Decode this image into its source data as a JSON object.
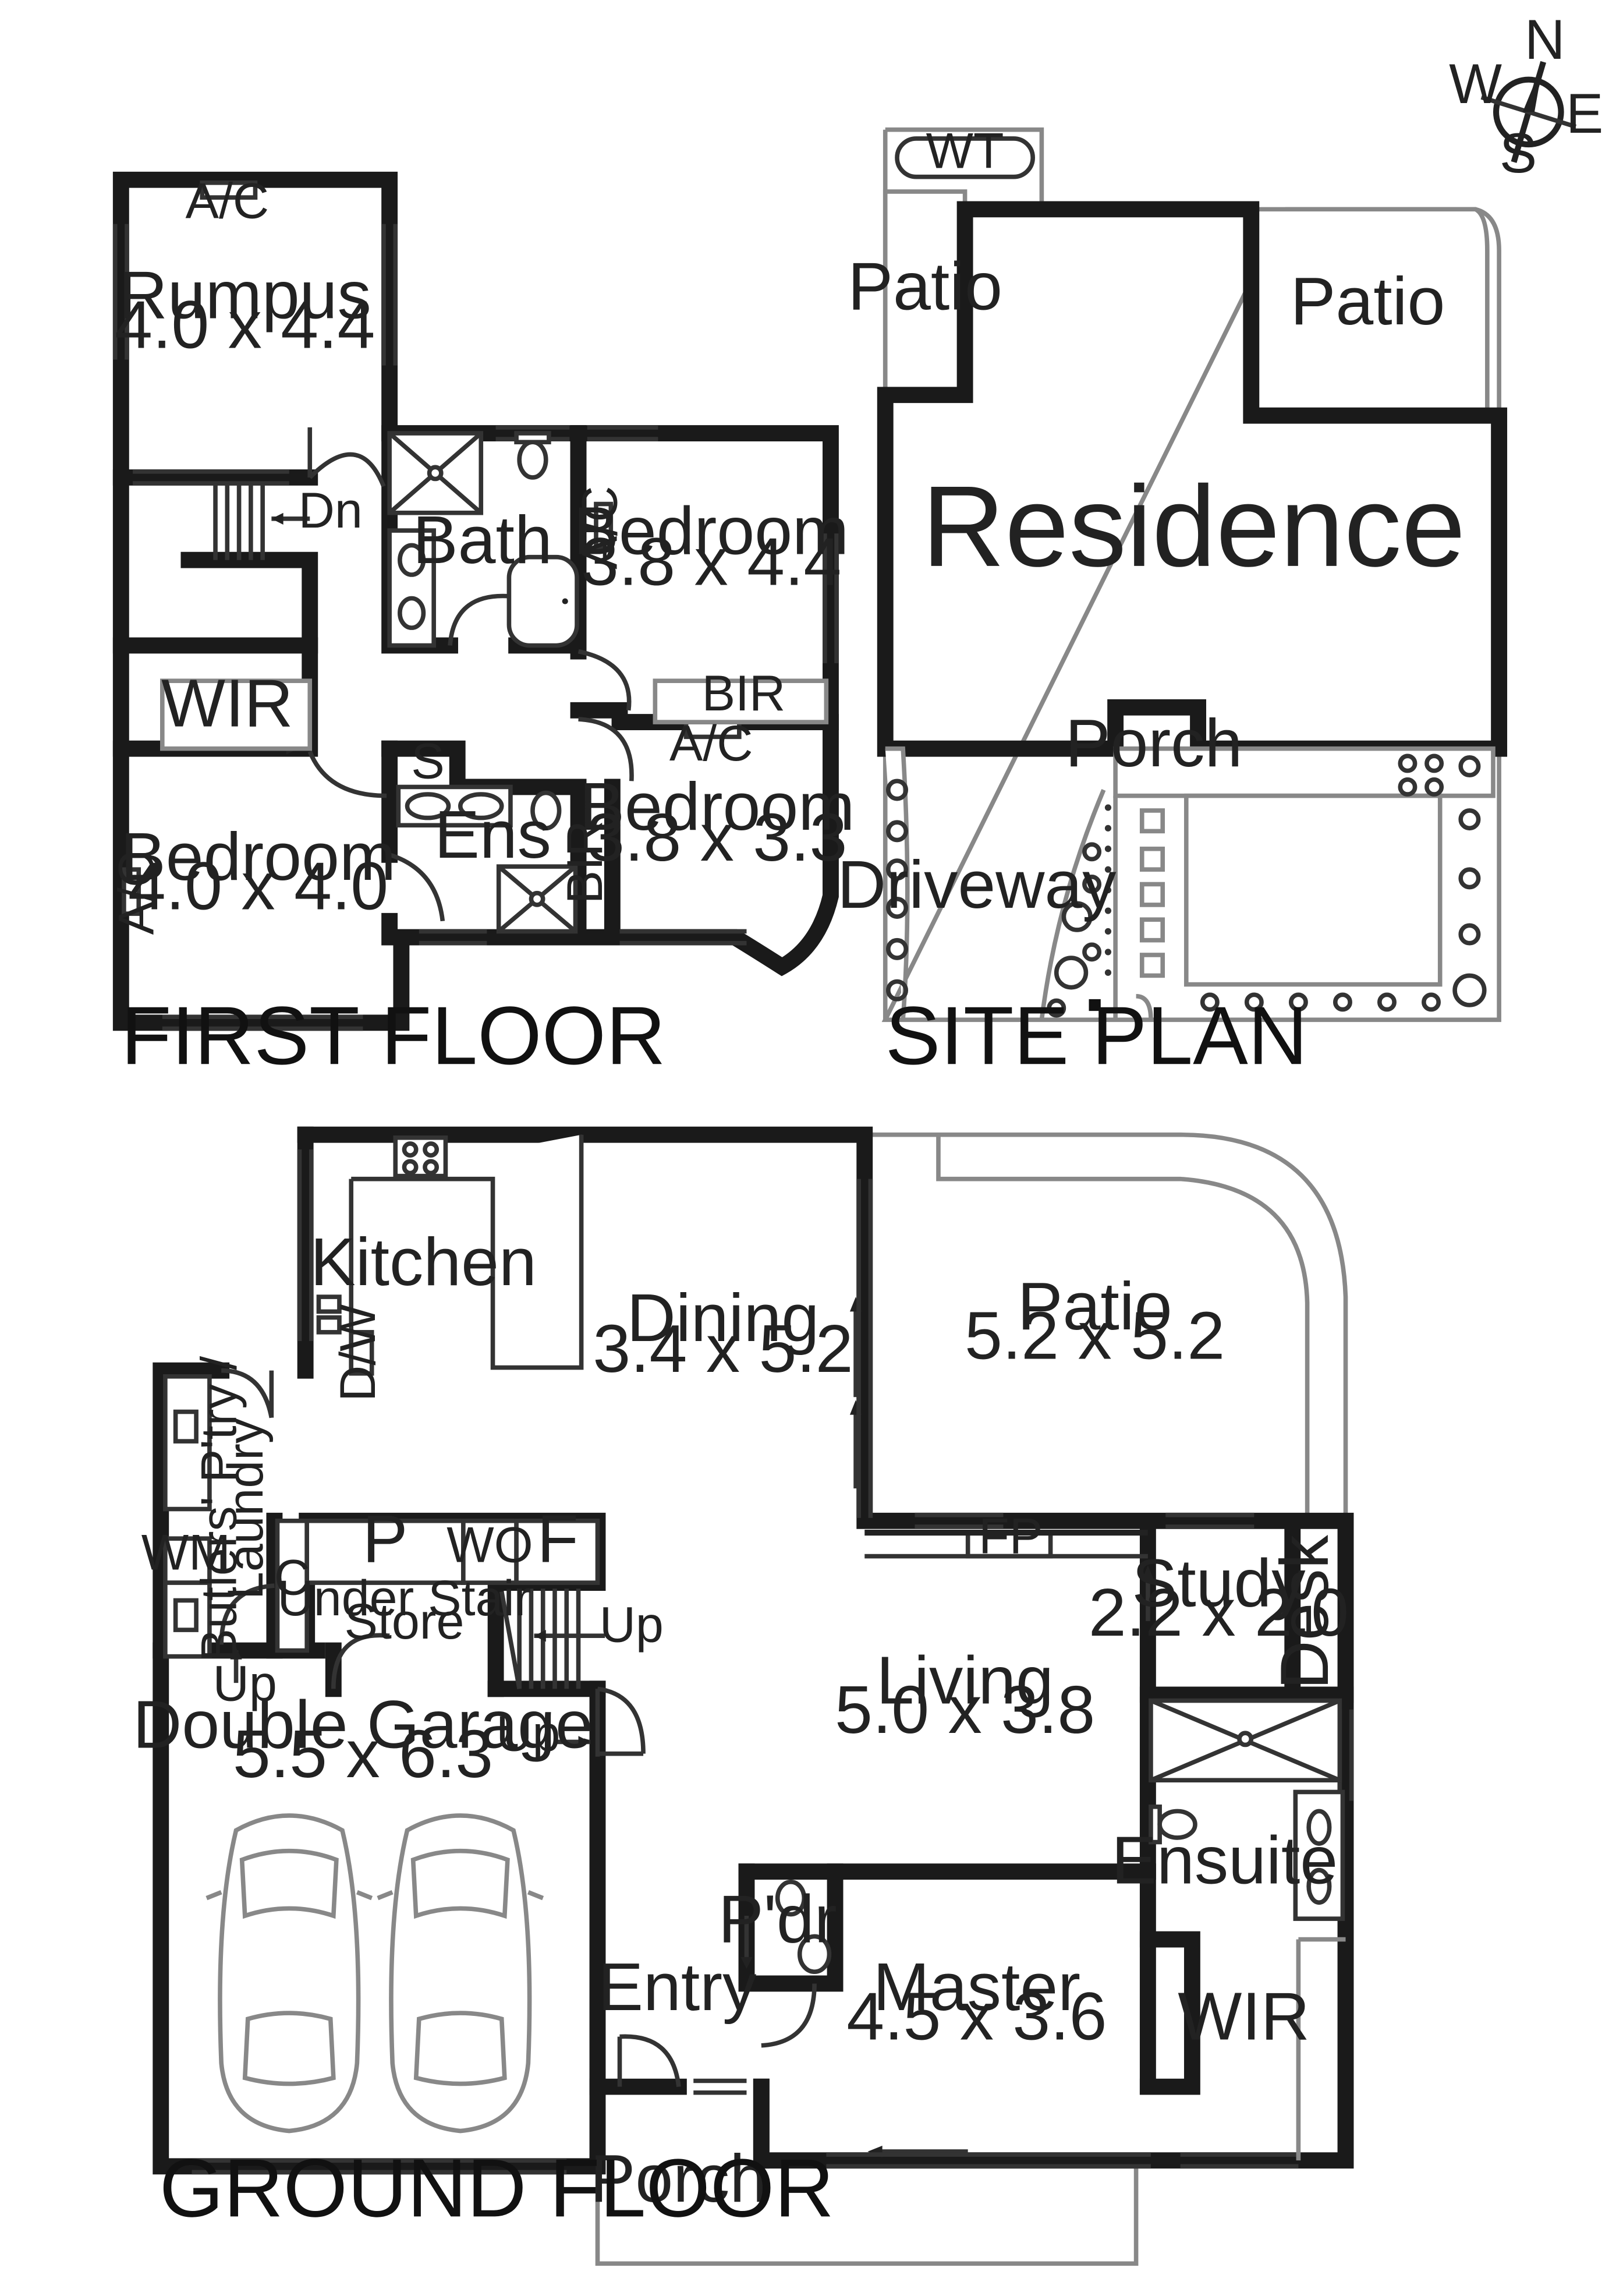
{
  "compass": {
    "n": "N",
    "e": "E",
    "s": "S",
    "w": "W"
  },
  "first_floor": {
    "title": "FIRST FLOOR",
    "rumpus": {
      "name": "Rumpus",
      "size": "4.0 x 4.4"
    },
    "ac": "A/C",
    "dn": "Dn",
    "bath": "Bath",
    "bedroom_ne": {
      "name": "Bedroom",
      "size": "3.8 x 4.4"
    },
    "bir": "BIR",
    "wir": "WIR",
    "s": "S",
    "ens": "Ens",
    "bedroom_se": {
      "name": "Bedroom",
      "size": "3.8 x 3.3"
    },
    "bedroom_sw": {
      "name": "Bedroom",
      "size": "4.0 x 4.0"
    }
  },
  "site_plan": {
    "title": "SITE PLAN",
    "wt": "WT",
    "patio_left": "Patio",
    "patio_right": "Patio",
    "residence": "Residence",
    "porch": "Porch",
    "driveway": "Driveway"
  },
  "ground_floor": {
    "title": "GROUND FLOOR",
    "kitchen": "Kitchen",
    "dw": "D/W",
    "dining": {
      "name": "Dining",
      "size": "3.4 x 5.2"
    },
    "patio": {
      "name": "Patio",
      "size": "5.2 x 5.2"
    },
    "butlers": "Butlers' P'try /",
    "laundry": "Laundry",
    "wm": "WM",
    "c": "C",
    "p": "P",
    "wo": "WO",
    "f": "F",
    "fp": "FP",
    "under_stair": "Under Stair",
    "store": "Store",
    "up": "Up",
    "study": {
      "name": "Study",
      "size": "2.2 x 2.0"
    },
    "desk": "Desk",
    "living": {
      "name": "Living",
      "size": "5.0 x 3.8"
    },
    "double_garage": {
      "name": "Double Garage",
      "size": "5.5 x 6.3"
    },
    "ensuite": "Ensuite",
    "pdr": "P'dr",
    "entry": "Entry",
    "master": {
      "name": "Master",
      "size": "4.5 x 3.6"
    },
    "wir": "WIR",
    "porch": "Porch"
  }
}
